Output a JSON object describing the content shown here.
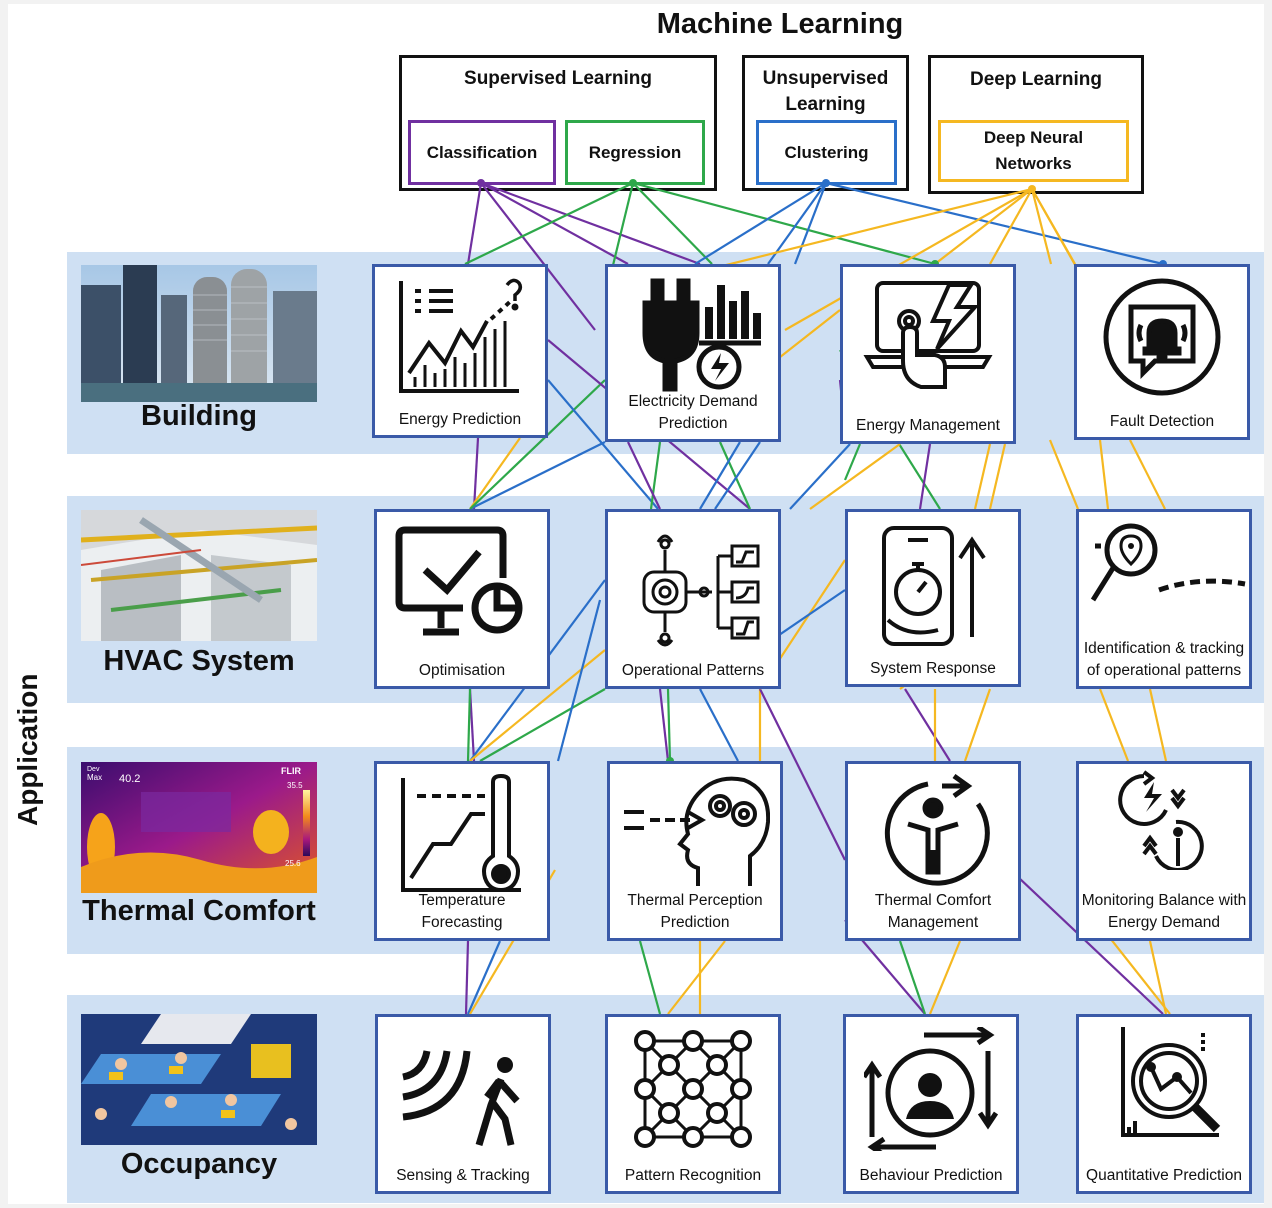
{
  "title": "Machine Learning",
  "axis_label": "Application",
  "groups": {
    "supervised": "Supervised Learning",
    "unsupervised": "Unsupervised Learning",
    "deep": "Deep Learning"
  },
  "methods": {
    "classification": {
      "label": "Classification",
      "color": "#7030a0"
    },
    "regression": {
      "label": "Regression",
      "color": "#2ea84a"
    },
    "clustering": {
      "label": "Clustering",
      "color": "#2a6fc9"
    },
    "dnn": {
      "label": "Deep Neural Networks",
      "color": "#f5b821"
    }
  },
  "categories": {
    "building": "Building",
    "hvac": "HVAC System",
    "thermal": "Thermal Comfort",
    "occupancy": "Occupancy"
  },
  "apps": {
    "energy_prediction": {
      "label": "Energy Prediction",
      "icon": "chart-question-icon"
    },
    "electricity_demand": {
      "label": "Electricity Demand Prediction",
      "icon": "plug-bars-icon"
    },
    "energy_management": {
      "label": "Energy Management",
      "icon": "laptop-touch-icon"
    },
    "fault_detection": {
      "label": "Fault Detection",
      "icon": "alarm-bell-icon"
    },
    "optimisation": {
      "label": "Optimisation",
      "icon": "monitor-check-icon"
    },
    "operational_patterns": {
      "label": "Operational Patterns",
      "icon": "gear-flow-icon"
    },
    "system_response": {
      "label": "System Response",
      "icon": "phone-stopwatch-icon"
    },
    "identification_tracking": {
      "label": "Identification & tracking of operational patterns",
      "icon": "magnifier-path-icon"
    },
    "temperature_forecasting": {
      "label": "Temperature Forecasting",
      "icon": "thermometer-chart-icon"
    },
    "thermal_perception": {
      "label": "Thermal Perception Prediction",
      "icon": "head-gears-icon"
    },
    "thermal_comfort_mgmt": {
      "label": "Thermal Comfort Management",
      "icon": "person-cycle-icon"
    },
    "monitoring_balance": {
      "label": "Monitoring Balance with Energy Demand",
      "icon": "energy-balance-icon"
    },
    "sensing_tracking": {
      "label": "Sensing & Tracking",
      "icon": "signal-walker-icon"
    },
    "pattern_recognition": {
      "label": "Pattern Recognition",
      "icon": "node-grid-icon"
    },
    "behaviour_prediction": {
      "label": "Behaviour Prediction",
      "icon": "user-arrows-icon"
    },
    "quantitative_prediction": {
      "label": "Quantitative Prediction",
      "icon": "magnifier-chart-icon"
    }
  },
  "photo_text": {
    "thermal": {
      "min": "Dev",
      "max": "Max",
      "max_value": "40.2",
      "brand": "FLIR",
      "scale_top": "35.5",
      "scale_bottom": "25.6"
    }
  }
}
